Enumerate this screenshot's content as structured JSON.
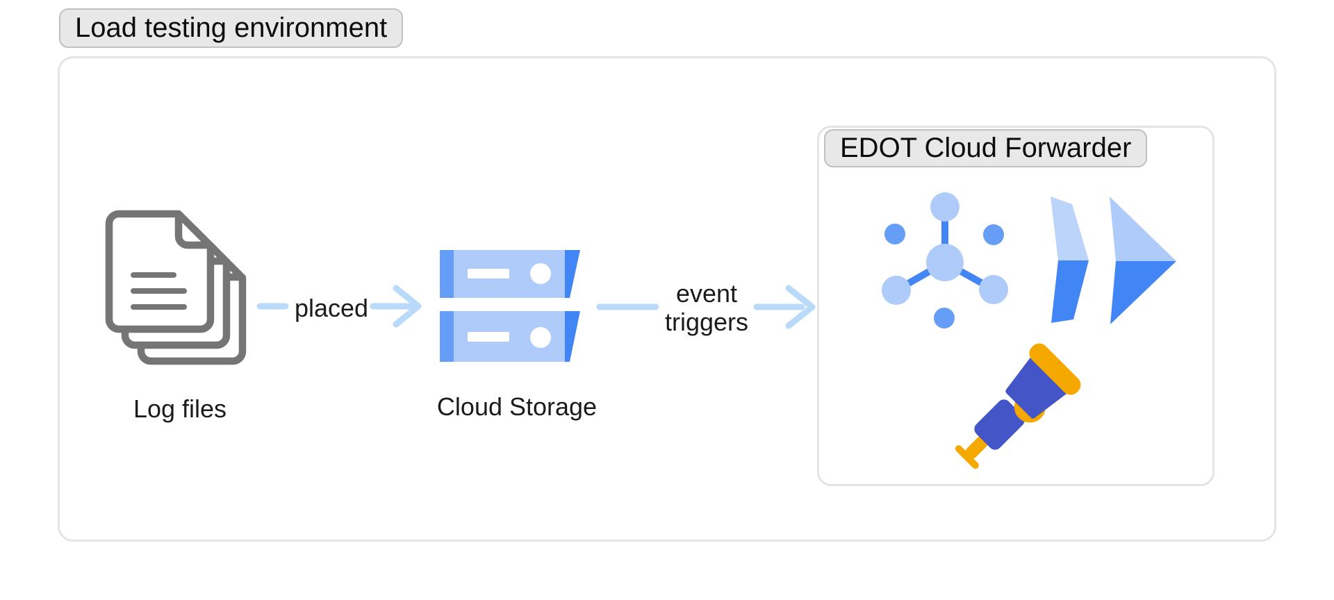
{
  "diagram": {
    "environment_label": "Load testing environment",
    "nodes": {
      "log_files": {
        "label": "Log files",
        "icon": "documents-stack-icon"
      },
      "cloud_storage": {
        "label": "Cloud Storage",
        "icon": "cloud-storage-icon"
      },
      "edot_forwarder": {
        "label": "EDOT Cloud Forwarder",
        "icons": [
          "pubsub-molecule-icon",
          "cloud-run-arrow-icon",
          "opentelemetry-telescope-icon"
        ]
      }
    },
    "edges": {
      "log_to_storage": {
        "label": "placed"
      },
      "storage_to_edot": {
        "label": "event triggers",
        "line1": "event",
        "line2": "triggers"
      }
    },
    "colors": {
      "arrow_blue": "#B9DAF8",
      "document_gray": "#757575",
      "google_blue": "#4285F4",
      "google_blue_medium": "#669DF6",
      "google_blue_light": "#AECBFA",
      "cloud_run_chevron_light": "#BCD3FA",
      "opentelemetry_orange": "#F5A800",
      "opentelemetry_blue": "#4456C7",
      "label_pill_bg": "#E8E8E8",
      "label_pill_border": "#C0C0C0",
      "box_border": "#E4E4E4",
      "text": "#1B1B1B"
    }
  }
}
